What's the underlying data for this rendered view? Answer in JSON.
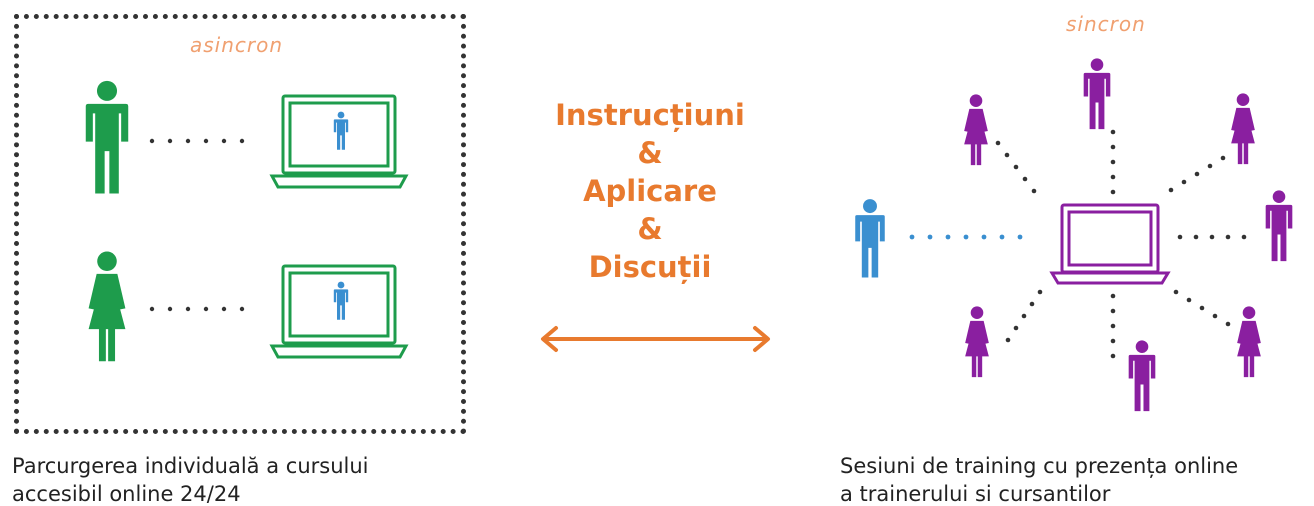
{
  "asincron": {
    "label": "asincron",
    "caption_line1": "Parcurgerea individuală a cursului",
    "caption_line2": "accesibil online 24/24"
  },
  "center": {
    "line1": "Instrucțiuni",
    "amp1": "&",
    "line2": "Aplicare",
    "amp2": "&",
    "line3": "Discuții"
  },
  "sincron": {
    "label": "sincron",
    "caption_line1": "Sesiuni de training cu prezența online",
    "caption_line2": "a trainerului si cursantilor"
  },
  "colors": {
    "learner_green": "#1e9c4c",
    "trainer_blue": "#3a8fd0",
    "participant_purple": "#8a1fa0",
    "accent_orange": "#e87a2e",
    "label_orange": "#f0a070",
    "dots": "#333333"
  },
  "icons": {
    "learner": "person-icon",
    "trainer": "person-icon",
    "device": "laptop-icon",
    "link": "double-arrow-icon"
  }
}
